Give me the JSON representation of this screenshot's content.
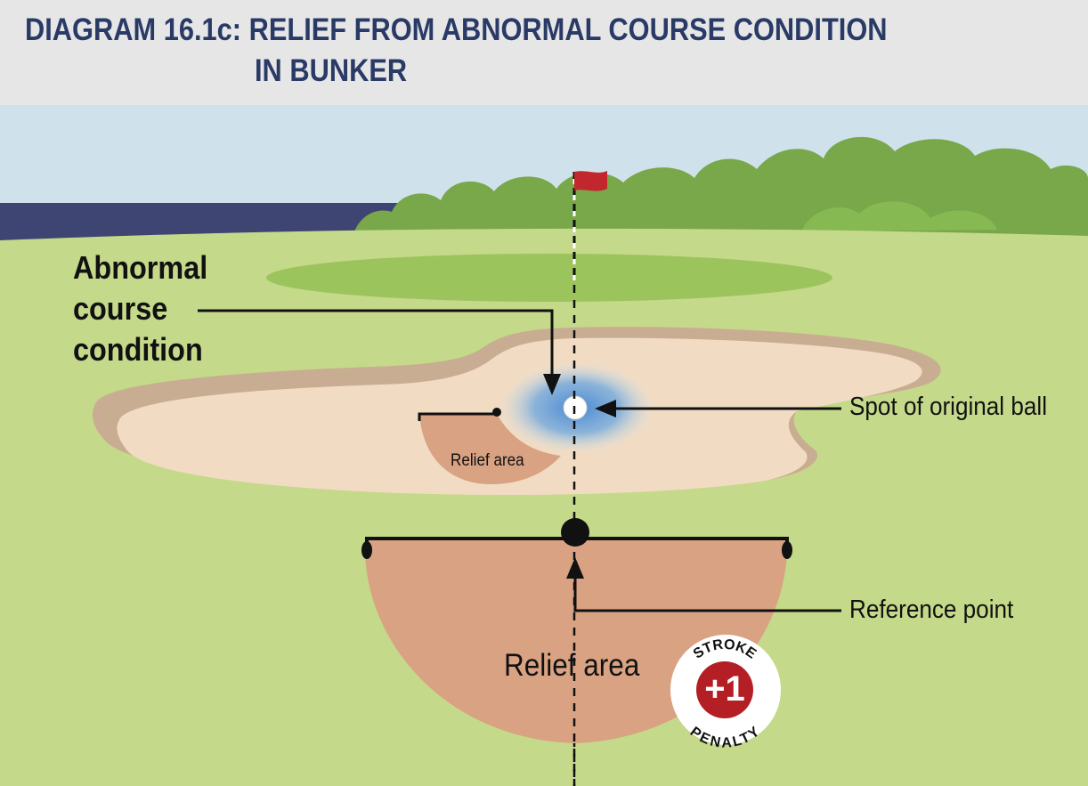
{
  "title": {
    "line1": "DIAGRAM 16.1c: RELIEF FROM ABNORMAL COURSE CONDITION",
    "line2": "IN BUNKER"
  },
  "labels": {
    "abnormal_course_condition": [
      "Abnormal",
      "course",
      "condition"
    ],
    "spot_of_original_ball": "Spot of original ball",
    "reference_point": "Reference point",
    "relief_area_small": "Relief area",
    "relief_area_large": "Relief area"
  },
  "badge": {
    "top_text": "STROKE",
    "number": "+1",
    "bottom_text": "PENALTY"
  },
  "colors": {
    "title_text": "#2a3a66",
    "sky": "#cfe2ec",
    "grass": "#c5d98a",
    "green": "#9cc45c",
    "trees": "#78a84a",
    "sand": "#f1dcc3",
    "bunker_edge": "#c9ad92",
    "relief_area": "#d9a283",
    "condition_glow": "#4a8fd6",
    "flag": "#c1272d",
    "badge_circle": "#b31f24"
  }
}
